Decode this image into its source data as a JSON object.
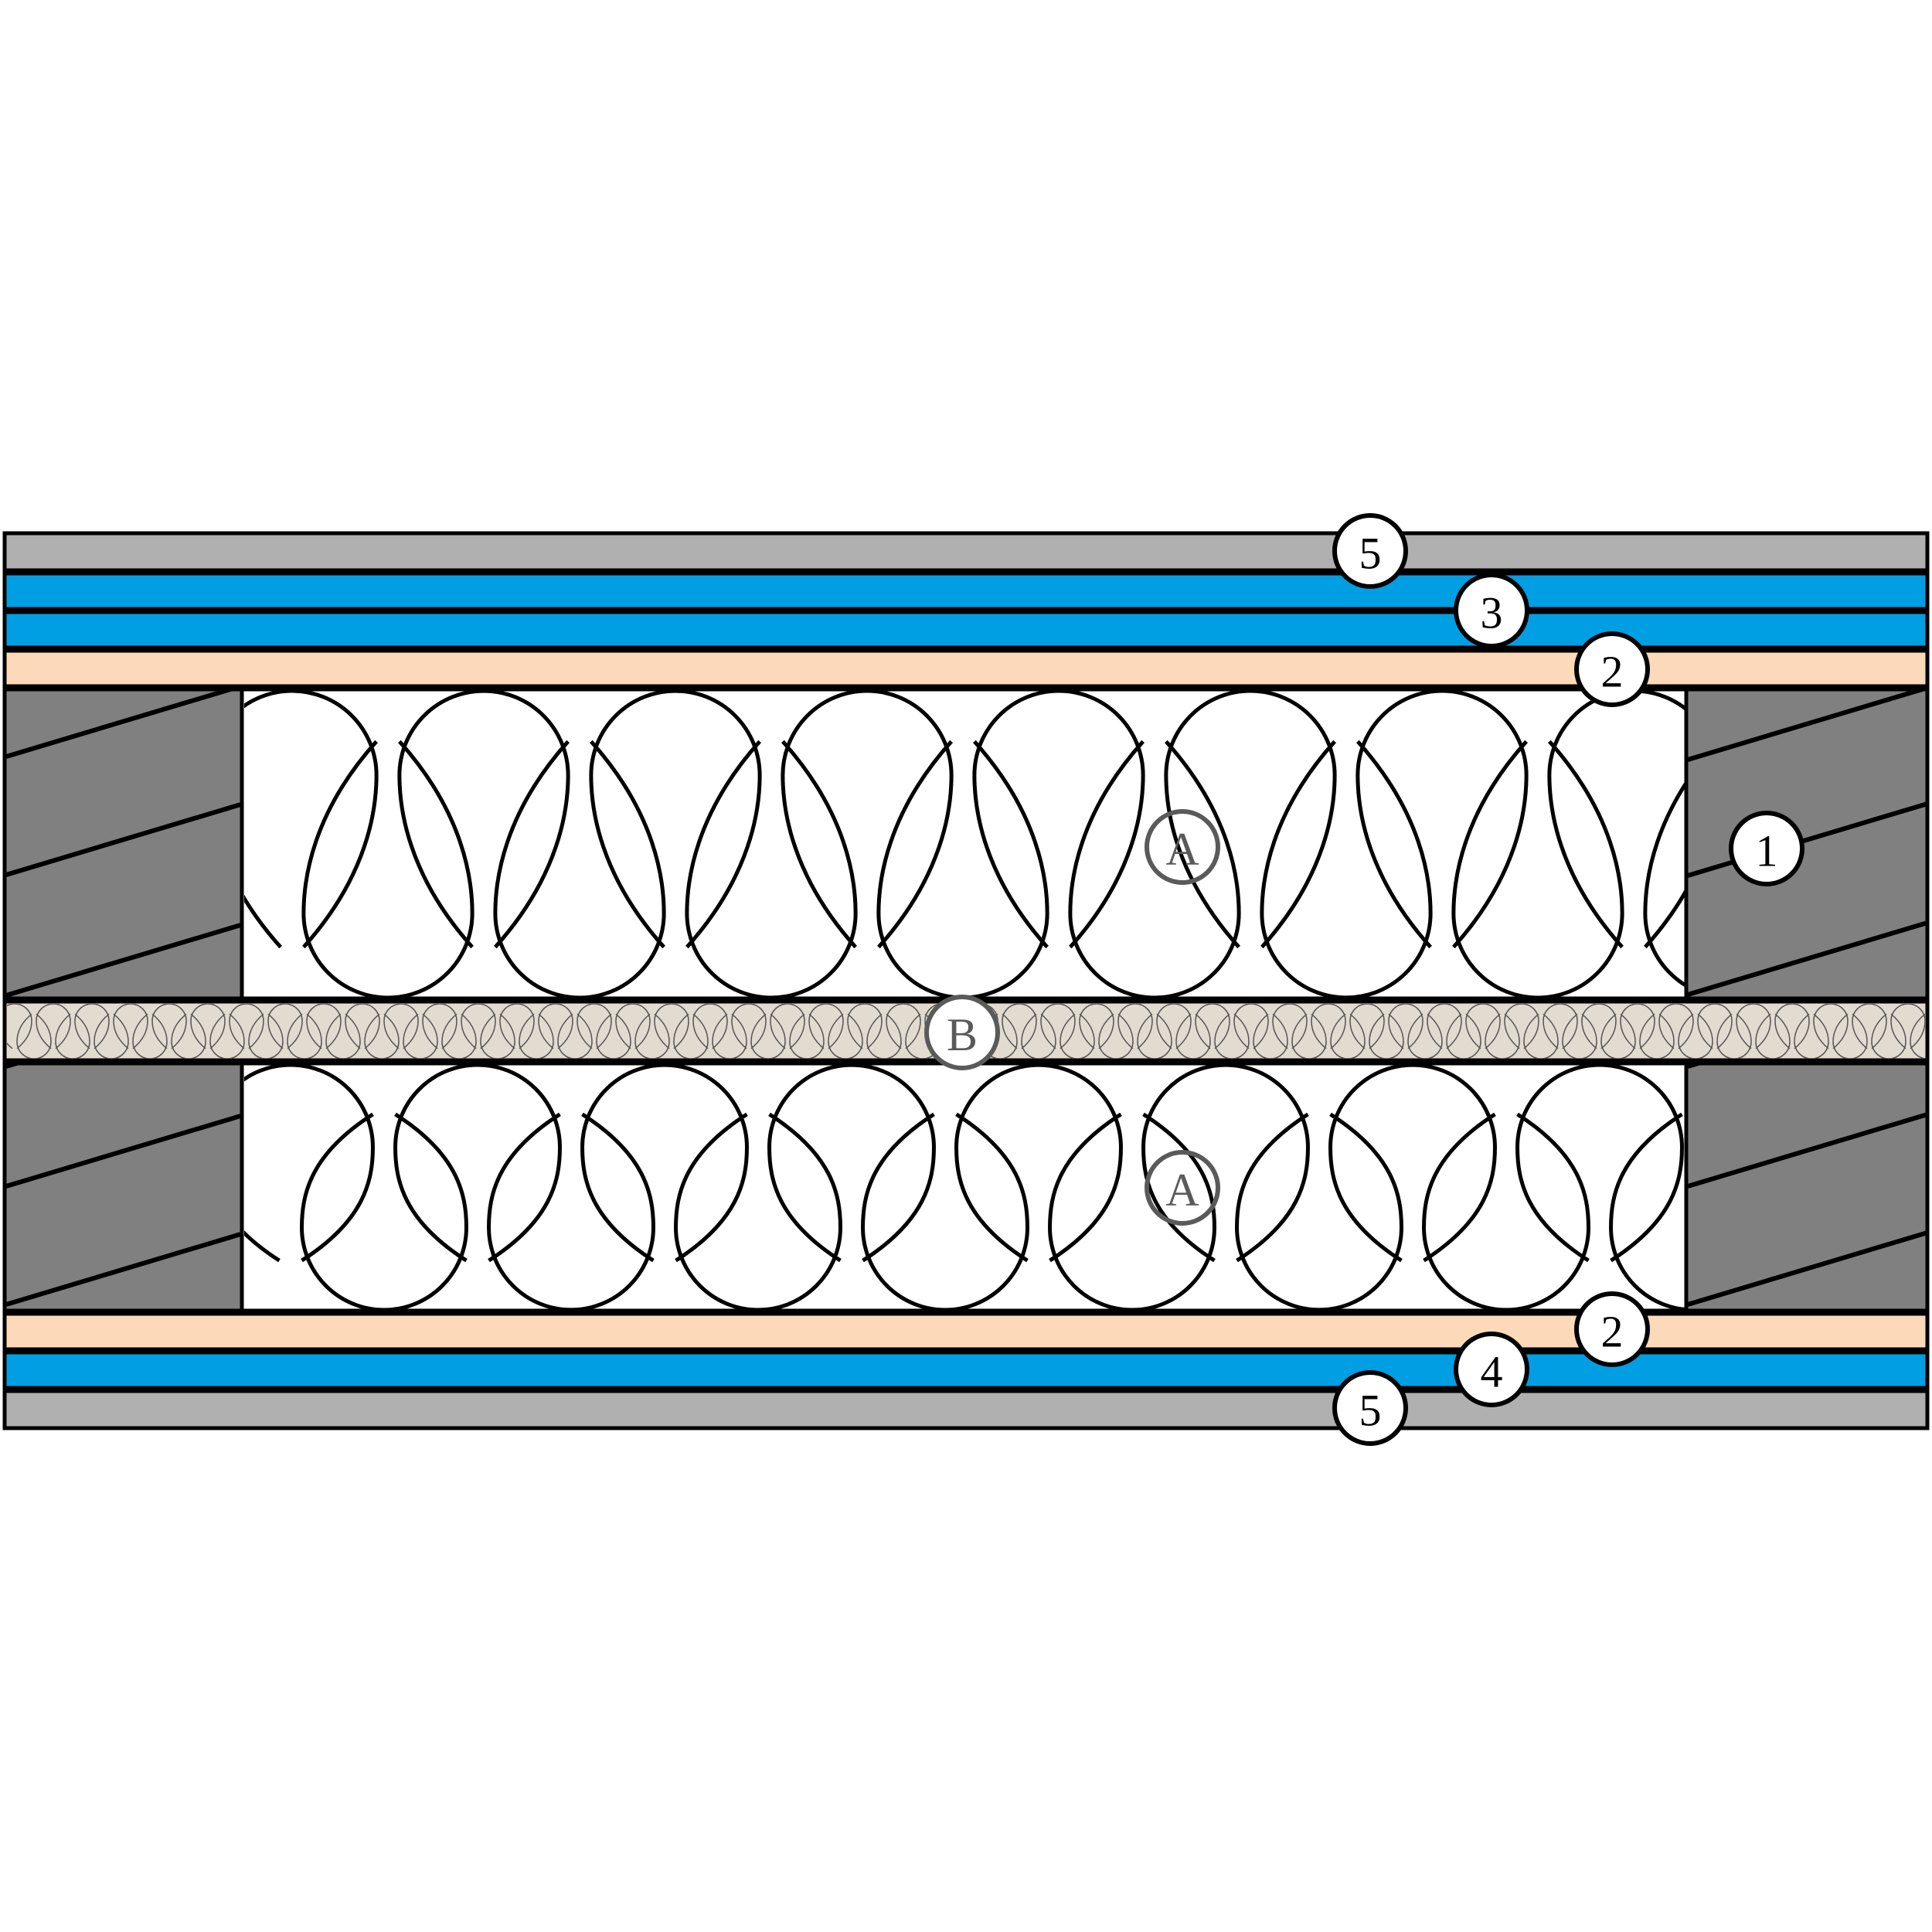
{
  "diagram": {
    "type": "wall-assembly-cross-section",
    "colors": {
      "outline": "#000000",
      "cladding_grey": "#b0b0b0",
      "board_blue": "#009fe3",
      "board_peach": "#fcd9b8",
      "stud_grey": "#808080",
      "cavity_fill": "#ffffff",
      "mineral_wool": "#e2dbd0",
      "mineral_wool_line": "#555555",
      "callout_fill": "#ffffff",
      "callout_letter_stroke": "#5a5a5a"
    },
    "layers_top_to_bottom": [
      {
        "id": "top-finish",
        "component": "5"
      },
      {
        "id": "top-board-outer",
        "component": "3"
      },
      {
        "id": "top-board-inner",
        "component": "3"
      },
      {
        "id": "top-sheathing",
        "component": "2"
      },
      {
        "id": "upper-stud-cavity",
        "component": "1+A"
      },
      {
        "id": "middle-insulation-band",
        "component": "B"
      },
      {
        "id": "lower-stud-cavity",
        "component": "1+A"
      },
      {
        "id": "bottom-sheathing",
        "component": "2"
      },
      {
        "id": "bottom-board",
        "component": "4"
      },
      {
        "id": "bottom-finish",
        "component": "5"
      }
    ],
    "callouts": {
      "numbered": [
        {
          "id": "callout-5-top",
          "label": "5"
        },
        {
          "id": "callout-3",
          "label": "3"
        },
        {
          "id": "callout-2-top",
          "label": "2"
        },
        {
          "id": "callout-1",
          "label": "1"
        },
        {
          "id": "callout-2-bottom",
          "label": "2"
        },
        {
          "id": "callout-4",
          "label": "4"
        },
        {
          "id": "callout-5-bottom",
          "label": "5"
        }
      ],
      "lettered": [
        {
          "id": "callout-a-upper",
          "label": "A"
        },
        {
          "id": "callout-b",
          "label": "B"
        },
        {
          "id": "callout-a-lower",
          "label": "A"
        }
      ]
    }
  }
}
